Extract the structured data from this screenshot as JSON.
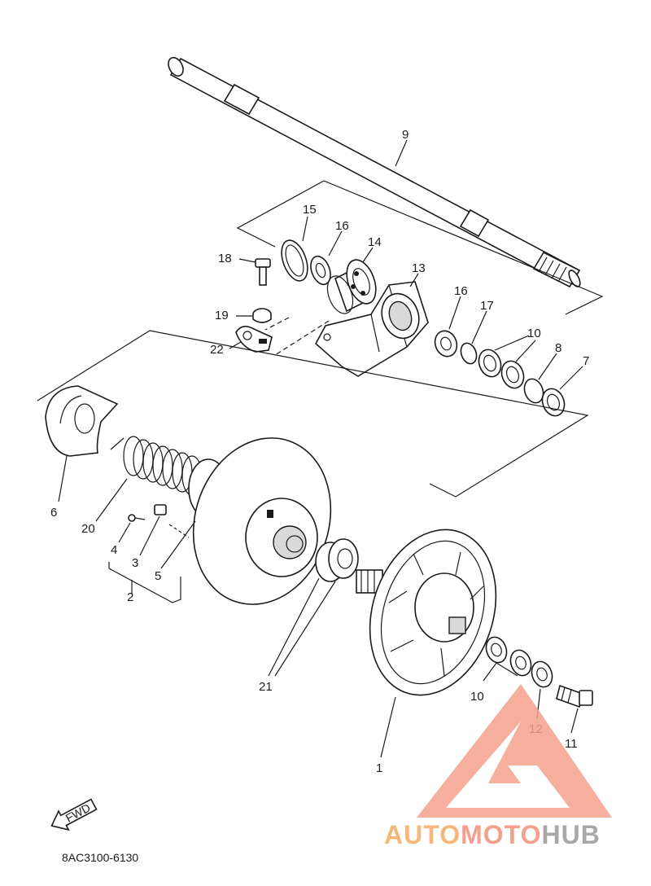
{
  "diagram": {
    "drawing_code": "8AC3100-6130",
    "fwd_label": "FWD",
    "callouts": {
      "c1": "1",
      "c2": "2",
      "c3": "3",
      "c4": "4",
      "c5": "5",
      "c6": "6",
      "c7": "7",
      "c8": "8",
      "c9": "9",
      "c10a": "10",
      "c10b": "10",
      "c11": "11",
      "c12": "12",
      "c13": "13",
      "c14": "14",
      "c15": "15",
      "c16a": "16",
      "c16b": "16",
      "c17": "17",
      "c18": "18",
      "c19": "19",
      "c20": "20",
      "c21": "21",
      "c22": "22"
    }
  },
  "watermark": {
    "auto": "AUTO",
    "moto": "MOTO",
    "hub": "HUB",
    "primary_color": "#f4a08c",
    "orange_color": "#f6b87a",
    "gray_color": "#a8a8a8"
  }
}
